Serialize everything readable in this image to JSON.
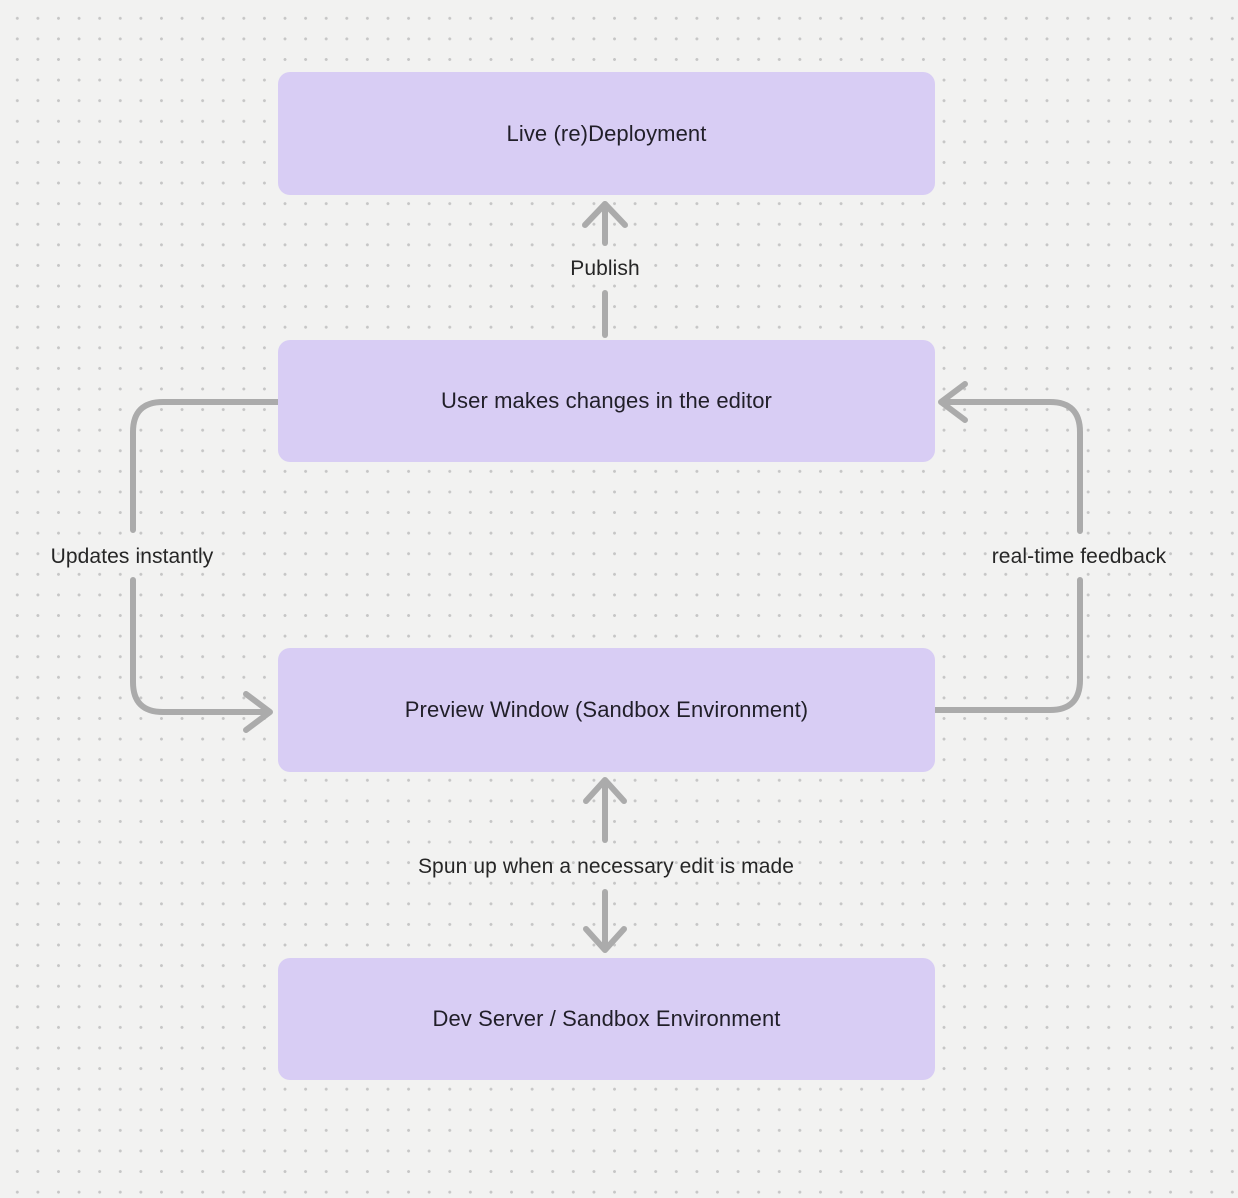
{
  "theme": {
    "canvas_bg": "#f2f2f1",
    "dot_color": "#c6c6c6",
    "node_fill": "#d8cdf4",
    "node_text_color": "#211f29",
    "arrow_color": "#ababab",
    "label_color": "#262626"
  },
  "diagram": {
    "type": "flowchart",
    "nodes": [
      {
        "id": "live-redeployment",
        "label": "Live (re)Deployment"
      },
      {
        "id": "user-editor",
        "label": "User makes changes in the editor"
      },
      {
        "id": "preview-window",
        "label": "Preview Window (Sandbox Environment)"
      },
      {
        "id": "dev-server",
        "label": "Dev Server / Sandbox Environment"
      }
    ],
    "edges": [
      {
        "id": "publish",
        "label": "Publish",
        "from": "user-editor",
        "to": "live-redeployment",
        "direction": "up"
      },
      {
        "id": "updates-instantly",
        "label": "Updates instantly",
        "from": "user-editor",
        "to": "preview-window",
        "direction": "left-loop-down"
      },
      {
        "id": "realtime-feedback",
        "label": "real-time feedback",
        "from": "preview-window",
        "to": "user-editor",
        "direction": "right-loop-up"
      },
      {
        "id": "spun-up",
        "label": "Spun up when a necessary edit is made",
        "from": "preview-window",
        "to": "dev-server",
        "direction": "bidirectional-vertical"
      }
    ]
  }
}
